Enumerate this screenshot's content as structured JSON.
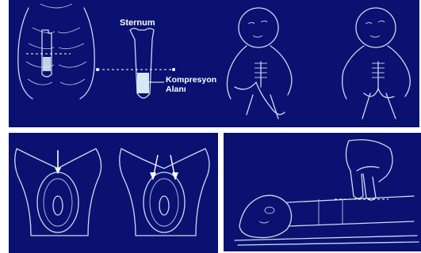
{
  "labels": {
    "sternum": "Sternum",
    "compression_line1": "Kompresyon",
    "compression_line2": "Alanı"
  },
  "colors": {
    "panel_bg": "#0a1170",
    "line": "#c9dcef",
    "compression_area": "#d5e8f5"
  }
}
